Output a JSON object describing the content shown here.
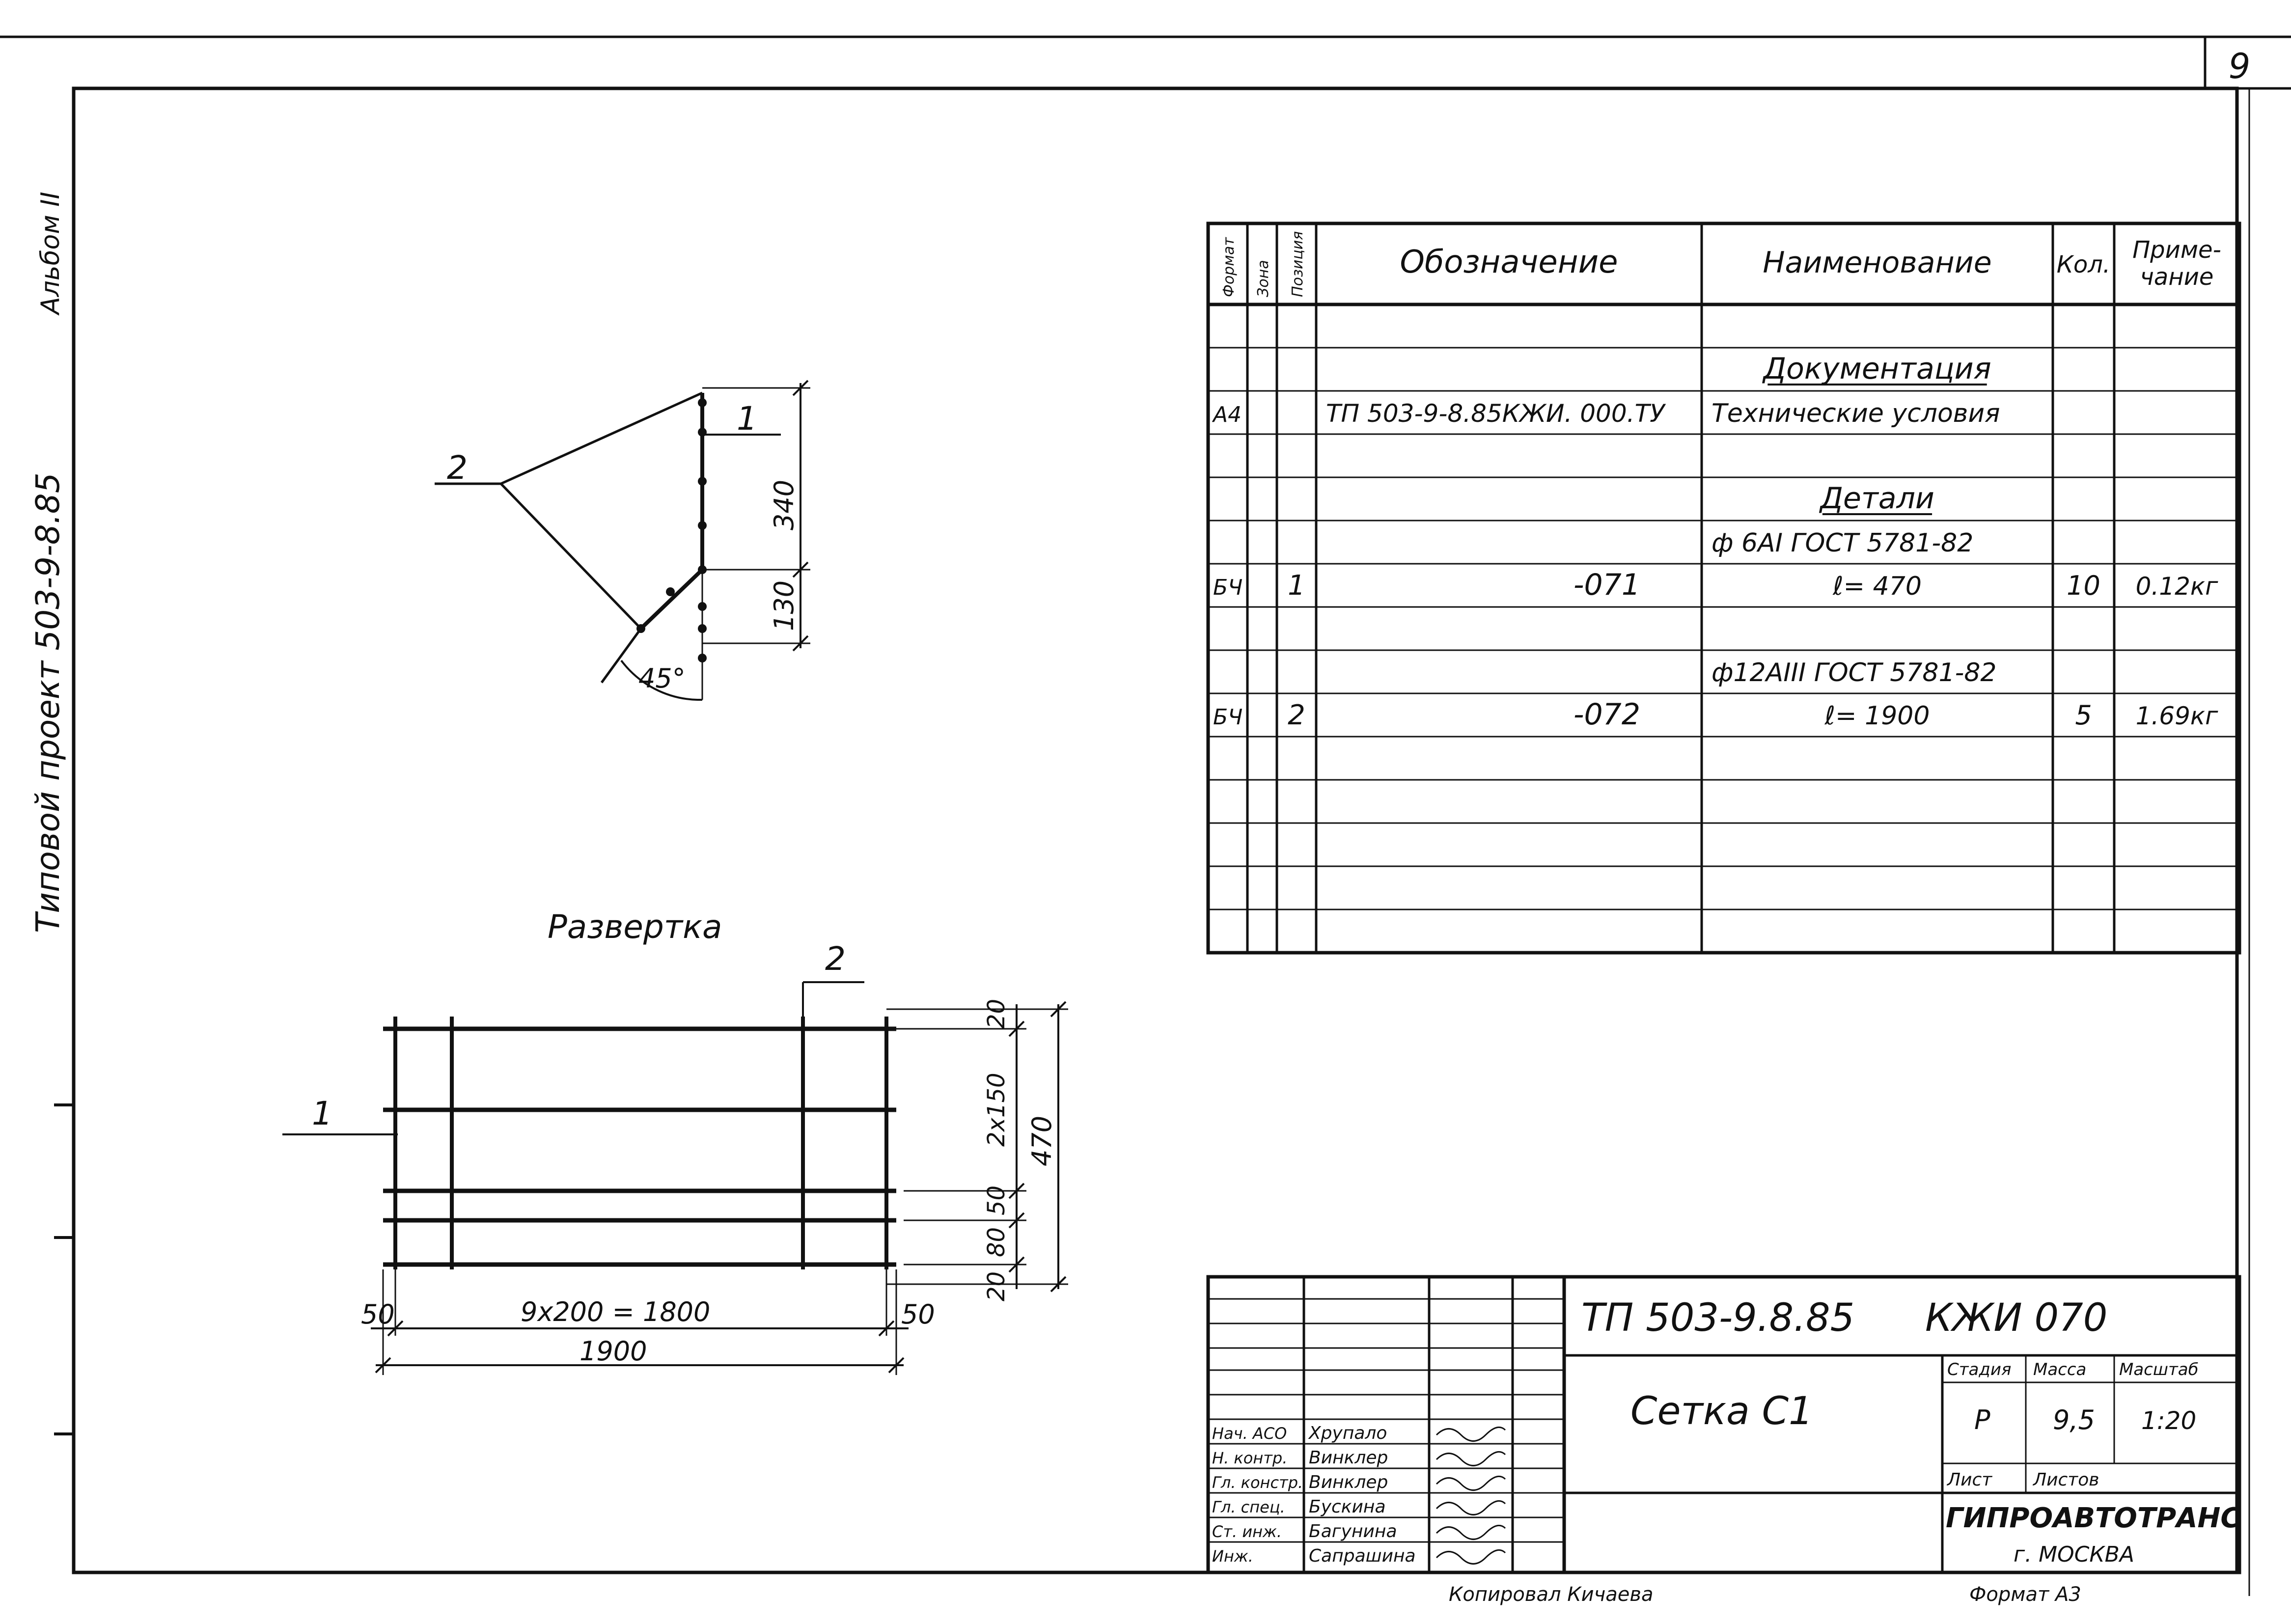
{
  "page_number": "9",
  "side_text": "Типовой проект 503-9-8.85",
  "album": "Альбом II",
  "spec": {
    "headers": {
      "format": "Формат",
      "zone": "Зона",
      "position": "Позиция",
      "designation": "Обозначение",
      "name": "Наименование",
      "qty": "Кол.",
      "note": "Приме-\nчание"
    },
    "rows": [
      {
        "format": "",
        "zone": "",
        "pos": "",
        "designation": "",
        "name": "",
        "qty": "",
        "note": ""
      },
      {
        "format": "",
        "zone": "",
        "pos": "",
        "designation": "",
        "name": "Документация",
        "qty": "",
        "note": "",
        "section": true
      },
      {
        "format": "А4",
        "zone": "",
        "pos": "",
        "designation": "ТП 503-9-8.85КЖИ. 000.ТУ",
        "name": "Технические условия",
        "qty": "",
        "note": ""
      },
      {
        "format": "",
        "zone": "",
        "pos": "",
        "designation": "",
        "name": "",
        "qty": "",
        "note": ""
      },
      {
        "format": "",
        "zone": "",
        "pos": "",
        "designation": "",
        "name": "Детали",
        "qty": "",
        "note": "",
        "section": true
      },
      {
        "format": "",
        "zone": "",
        "pos": "",
        "designation": "",
        "name": "ф 6АI  ГОСТ 5781-82",
        "qty": "",
        "note": ""
      },
      {
        "format": "БЧ",
        "zone": "",
        "pos": "1",
        "designation": "-071",
        "name": "ℓ= 470",
        "qty": "10",
        "note": "0.12кг"
      },
      {
        "format": "",
        "zone": "",
        "pos": "",
        "designation": "",
        "name": "",
        "qty": "",
        "note": ""
      },
      {
        "format": "",
        "zone": "",
        "pos": "",
        "designation": "",
        "name": "ф12АIII  ГОСТ 5781-82",
        "qty": "",
        "note": ""
      },
      {
        "format": "БЧ",
        "zone": "",
        "pos": "2",
        "designation": "-072",
        "name": "ℓ= 1900",
        "qty": "5",
        "note": "1.69кг"
      },
      {
        "format": "",
        "zone": "",
        "pos": "",
        "designation": "",
        "name": "",
        "qty": "",
        "note": ""
      },
      {
        "format": "",
        "zone": "",
        "pos": "",
        "designation": "",
        "name": "",
        "qty": "",
        "note": ""
      },
      {
        "format": "",
        "zone": "",
        "pos": "",
        "designation": "",
        "name": "",
        "qty": "",
        "note": ""
      },
      {
        "format": "",
        "zone": "",
        "pos": "",
        "designation": "",
        "name": "",
        "qty": "",
        "note": ""
      },
      {
        "format": "",
        "zone": "",
        "pos": "",
        "designation": "",
        "name": "",
        "qty": "",
        "note": ""
      }
    ]
  },
  "section_view": {
    "labels": {
      "pos1": "1",
      "pos2": "2",
      "dim340": "340",
      "dim130": "130",
      "angle": "45°"
    }
  },
  "development": {
    "title": "Развертка",
    "labels": {
      "pos1": "1",
      "pos2": "2",
      "dim_top": "20",
      "dim_mid": "2х150",
      "dim_50": "50",
      "dim_80": "80",
      "dim_bot": "20",
      "dim_total_h": "470",
      "dim_left": "50",
      "dim_right": "50",
      "dim_spacing": "9х200 = 1800",
      "dim_total_w": "1900"
    }
  },
  "title_block": {
    "code": "ТП 503-9.8.85",
    "mark": "КЖИ 070",
    "item_name": "Сетка С1",
    "stage_label": "Стадия",
    "mass_label": "Масса",
    "scale_label": "Масштаб",
    "stage": "Р",
    "mass": "9,5",
    "scale": "1:20",
    "sheet_label": "Лист",
    "sheets_label": "Листов",
    "org": "ГИПРОАВТОТРАНС",
    "city": "г. МОСКВА",
    "staff": [
      {
        "role": "Нач. АСО",
        "name": "Хрупало"
      },
      {
        "role": "Н. контр.",
        "name": "Винклер"
      },
      {
        "role": "Гл. констр.",
        "name": "Винклер"
      },
      {
        "role": "Гл. спец.",
        "name": "Бускина"
      },
      {
        "role": "Ст. инж.",
        "name": "Багунина"
      },
      {
        "role": "Инж.",
        "name": "Сапрашина"
      }
    ]
  },
  "footer": {
    "copied": "Копировал Кичаева",
    "format": "Формат А3"
  }
}
